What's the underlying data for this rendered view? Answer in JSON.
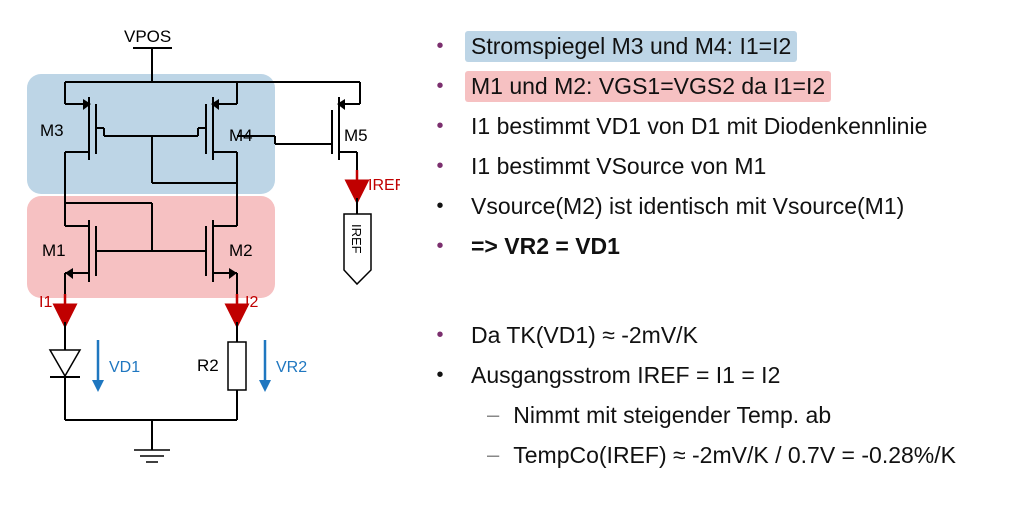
{
  "schematic": {
    "vpos": "VPOS",
    "m1": "M1",
    "m2": "M2",
    "m3": "M3",
    "m4": "M4",
    "m5": "M5",
    "i1": "I1",
    "i2": "I2",
    "iref_arrow": "IREF",
    "iref_pin": "IREF",
    "vd1": "VD1",
    "vr2": "VR2",
    "r2": "R2",
    "colors": {
      "blue_box": "#bdd5e6",
      "red_box": "#f6c1c2",
      "current": "#c00000",
      "voltage": "#1f77c0"
    }
  },
  "bullets": [
    {
      "text": "Stromspiegel M3 und M4: I1=I2",
      "dot": "purple",
      "highlight": "blue"
    },
    {
      "text": "M1 und M2: VGS1=VGS2 da I1=I2",
      "dot": "purple",
      "highlight": "red"
    },
    {
      "text": "I1 bestimmt VD1 von D1 mit Diodenkennlinie",
      "dot": "purple"
    },
    {
      "text": "I1 bestimmt VSource von M1",
      "dot": "purple"
    },
    {
      "text": "Vsource(M2) ist identisch mit Vsource(M1)",
      "dot": "black"
    },
    {
      "text": "=> VR2 = VD1",
      "dot": "purple",
      "bold": true
    },
    {
      "text": "Da TK(VD1) ≈ -2mV/K",
      "dot": "purple"
    },
    {
      "text": "Ausgangsstrom IREF = I1 = I2",
      "dot": "black"
    },
    {
      "text": "Nimmt mit steigender Temp. ab",
      "sub": true
    },
    {
      "text": "TempCo(IREF) ≈ -2mV/K / 0.7V = -0.28%/K",
      "sub": true
    }
  ],
  "glyphs": {
    "bullet": "•",
    "dash": "–"
  }
}
